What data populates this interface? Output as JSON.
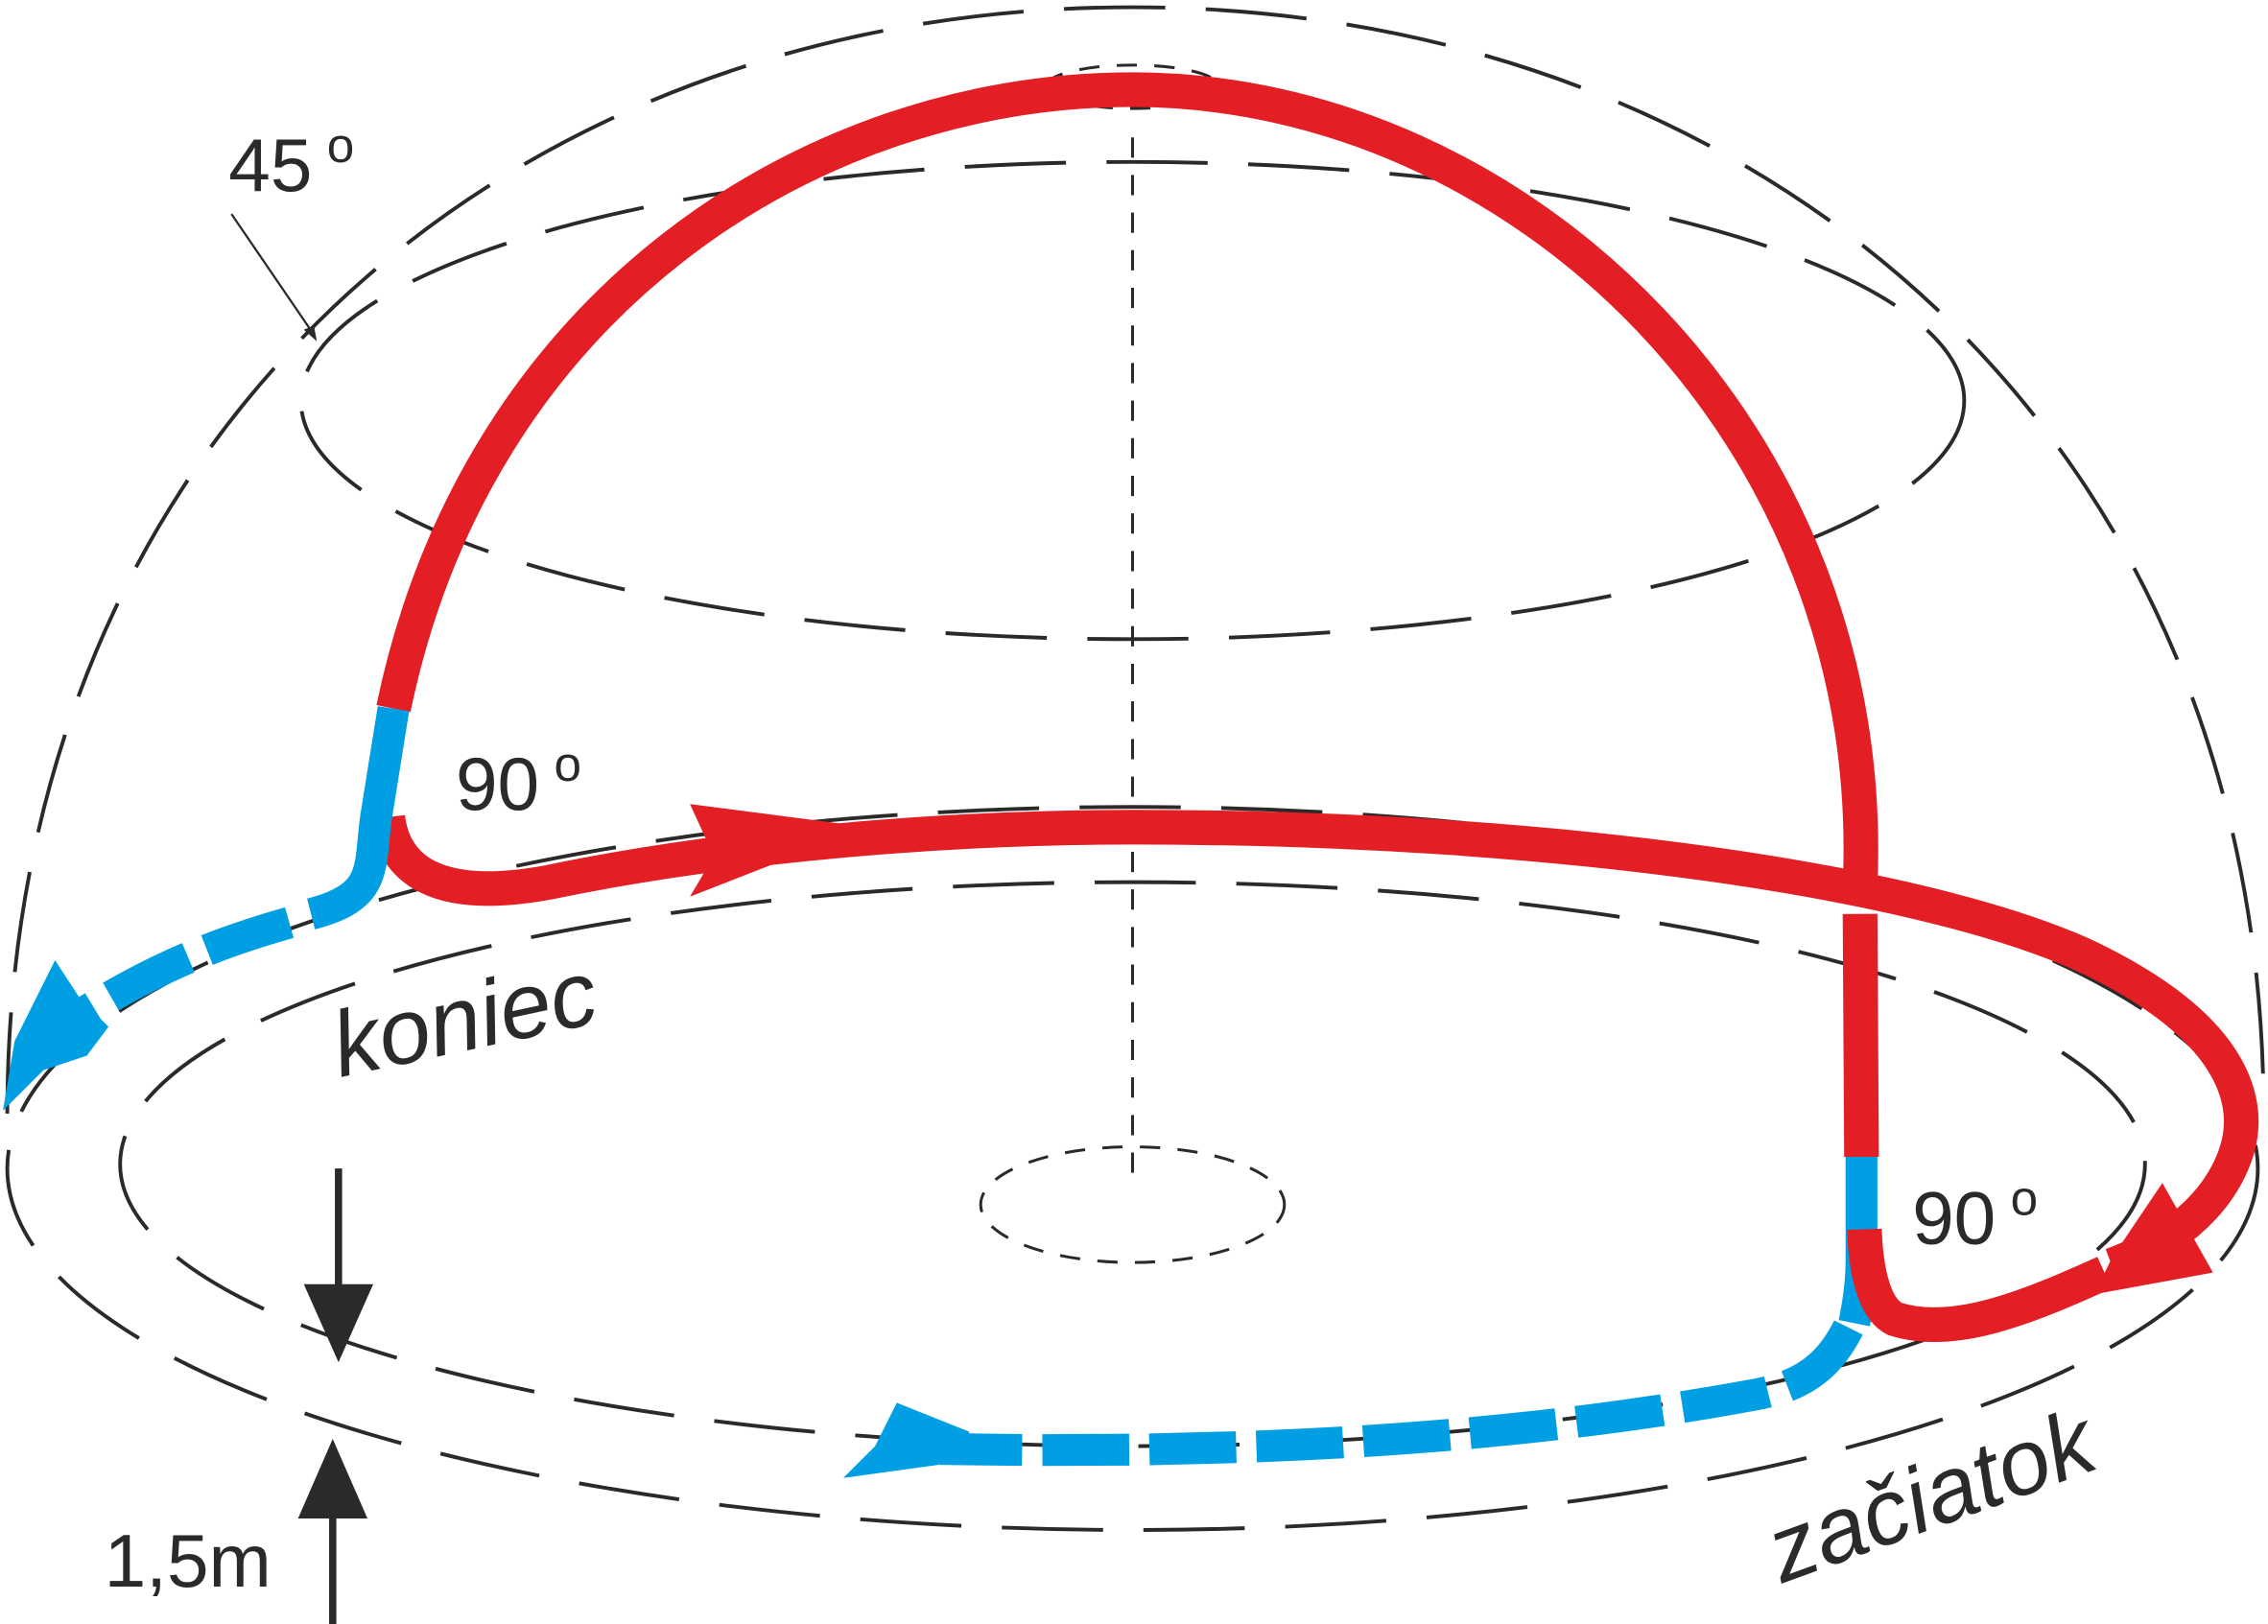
{
  "labels": {
    "angle_45": "45",
    "angle_90_left": "90",
    "angle_90_right": "90",
    "degree_mark": "o",
    "end": "koniec",
    "start": "začiatok",
    "height": "1,5m"
  },
  "colors": {
    "path_red": "#e31e24",
    "path_blue": "#009fe3",
    "lines": "#2b2a29"
  }
}
